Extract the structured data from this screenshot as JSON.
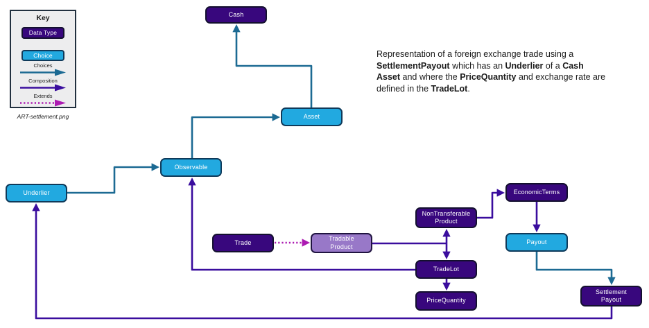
{
  "colors": {
    "datatype_fill": "#38077D",
    "choice_fill": "#22A9E0",
    "extended_fill": "#9878C8",
    "choices_line": "#1C6A93",
    "composition_line": "#3A0D9E",
    "extends_line": "#AC1BB2"
  },
  "key": {
    "title": "Key",
    "data_type_label": "Data Type",
    "choice_label": "Choice",
    "legend": [
      {
        "label": "Choices",
        "type": "choices"
      },
      {
        "label": "Composition",
        "type": "composition"
      },
      {
        "label": "Extends",
        "type": "extends"
      }
    ],
    "caption": "ART-settlement.png"
  },
  "description": {
    "segments": [
      {
        "text": "Representation of a foreign exchange trade using a ",
        "bold": false
      },
      {
        "text": "SettlementPayout",
        "bold": true
      },
      {
        "text": " which has an ",
        "bold": false
      },
      {
        "text": "Underlier",
        "bold": true
      },
      {
        "text": " of a ",
        "bold": false
      },
      {
        "text": "Cash Asset",
        "bold": true
      },
      {
        "text": " and where the ",
        "bold": false
      },
      {
        "text": "PriceQuantity",
        "bold": true
      },
      {
        "text": " and exchange rate are defined in the ",
        "bold": false
      },
      {
        "text": "TradeLot",
        "bold": true
      },
      {
        "text": ".",
        "bold": false
      }
    ]
  },
  "nodes": {
    "cash": {
      "label": "Cash",
      "kind": "datatype"
    },
    "asset": {
      "label": "Asset",
      "kind": "choice"
    },
    "observable": {
      "label": "Observable",
      "kind": "choice"
    },
    "underlier": {
      "label": "Underlier",
      "kind": "choice"
    },
    "trade": {
      "label": "Trade",
      "kind": "datatype"
    },
    "tradable_product": {
      "label": "Tradable\nProduct",
      "kind": "extended"
    },
    "nontransferable_product": {
      "label": "NonTransferable\nProduct",
      "kind": "datatype"
    },
    "economic_terms": {
      "label": "EconomicTerms",
      "kind": "datatype"
    },
    "payout": {
      "label": "Payout",
      "kind": "choice"
    },
    "trade_lot": {
      "label": "TradeLot",
      "kind": "datatype"
    },
    "price_quantity": {
      "label": "PriceQuantity",
      "kind": "datatype"
    },
    "settlement_payout": {
      "label": "Settlement\nPayout",
      "kind": "datatype"
    }
  },
  "connections": [
    {
      "from": "Asset",
      "to": "Cash",
      "type": "choices"
    },
    {
      "from": "Observable",
      "to": "Asset",
      "type": "choices"
    },
    {
      "from": "Underlier",
      "to": "Observable",
      "type": "choices"
    },
    {
      "from": "Trade",
      "to": "TradableProduct",
      "type": "extends"
    },
    {
      "from": "TradableProduct",
      "to": "NonTransferableProduct",
      "type": "composition"
    },
    {
      "from": "TradableProduct",
      "to": "TradeLot",
      "type": "composition"
    },
    {
      "from": "NonTransferableProduct",
      "to": "EconomicTerms",
      "type": "composition"
    },
    {
      "from": "EconomicTerms",
      "to": "Payout",
      "type": "composition"
    },
    {
      "from": "Payout",
      "to": "SettlementPayout",
      "type": "choices"
    },
    {
      "from": "TradeLot",
      "to": "PriceQuantity",
      "type": "composition"
    },
    {
      "from": "TradeLot",
      "to": "Observable",
      "type": "composition"
    },
    {
      "from": "SettlementPayout",
      "to": "Underlier",
      "type": "composition"
    }
  ]
}
